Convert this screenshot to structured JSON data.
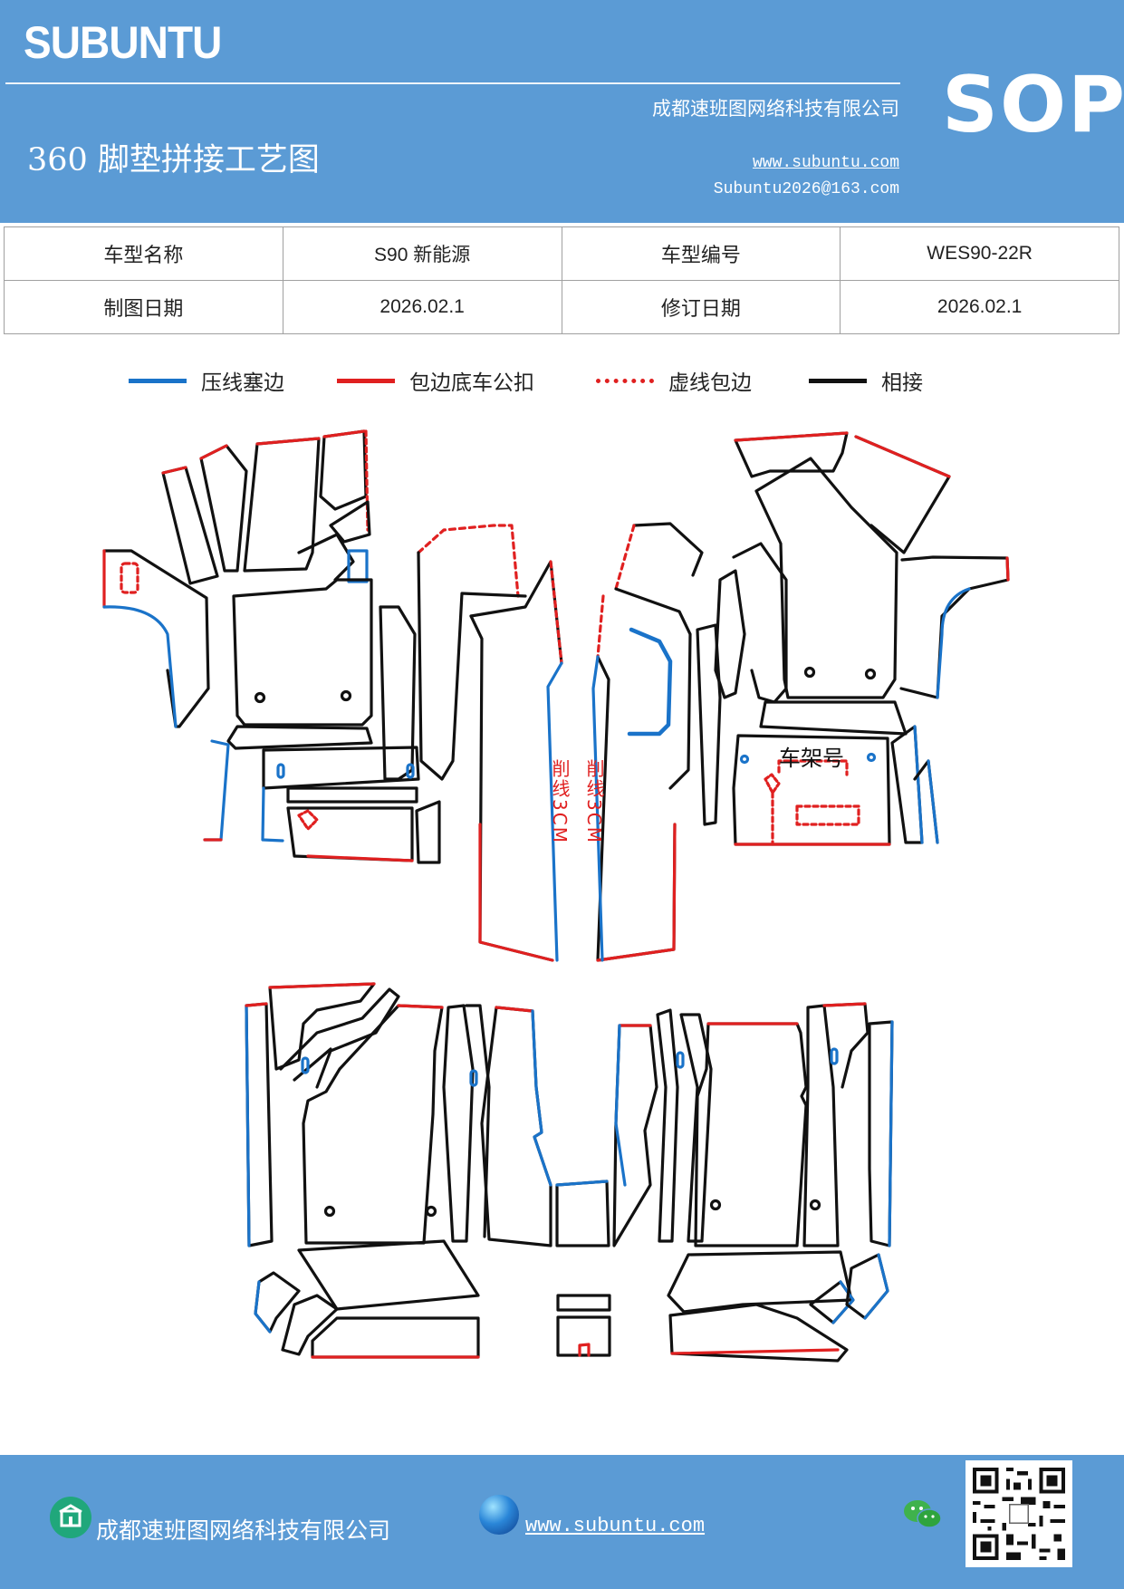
{
  "header": {
    "brand": "SUBUNTU",
    "company": "成都速班图网络科技有限公司",
    "title": "360 脚垫拼接工艺图",
    "website": "www.subuntu.com",
    "email": "Subuntu2026@163.com",
    "sop": "SOP"
  },
  "info": {
    "model_name_label": "车型名称",
    "model_name_value": "S90 新能源",
    "model_code_label": "车型编号",
    "model_code_value": "WES90-22R",
    "draw_date_label": "制图日期",
    "draw_date_value": "2026.02.1",
    "revise_date_label": "修订日期",
    "revise_date_value": "2026.02.1"
  },
  "legend": [
    {
      "label": "压线塞边",
      "color": "#1a73c9",
      "style": "solid"
    },
    {
      "label": "包边底车公扣",
      "color": "#e02020",
      "style": "solid"
    },
    {
      "label": "虚线包边",
      "color": "#e02020",
      "style": "dashed"
    },
    {
      "label": "相接",
      "color": "#111111",
      "style": "solid"
    }
  ],
  "diagram": {
    "trim_label": "削线3CM",
    "frame_label": "车架号"
  },
  "colors": {
    "header_bg": "#5b9bd5",
    "blue_line": "#1a73c9",
    "red_line": "#e02020",
    "black_line": "#111111"
  },
  "footer": {
    "company": "成都速班图网络科技有限公司",
    "website": "www.subuntu.com",
    "icons": [
      "building-icon",
      "globe-icon",
      "wechat-icon",
      "qr-code"
    ]
  }
}
